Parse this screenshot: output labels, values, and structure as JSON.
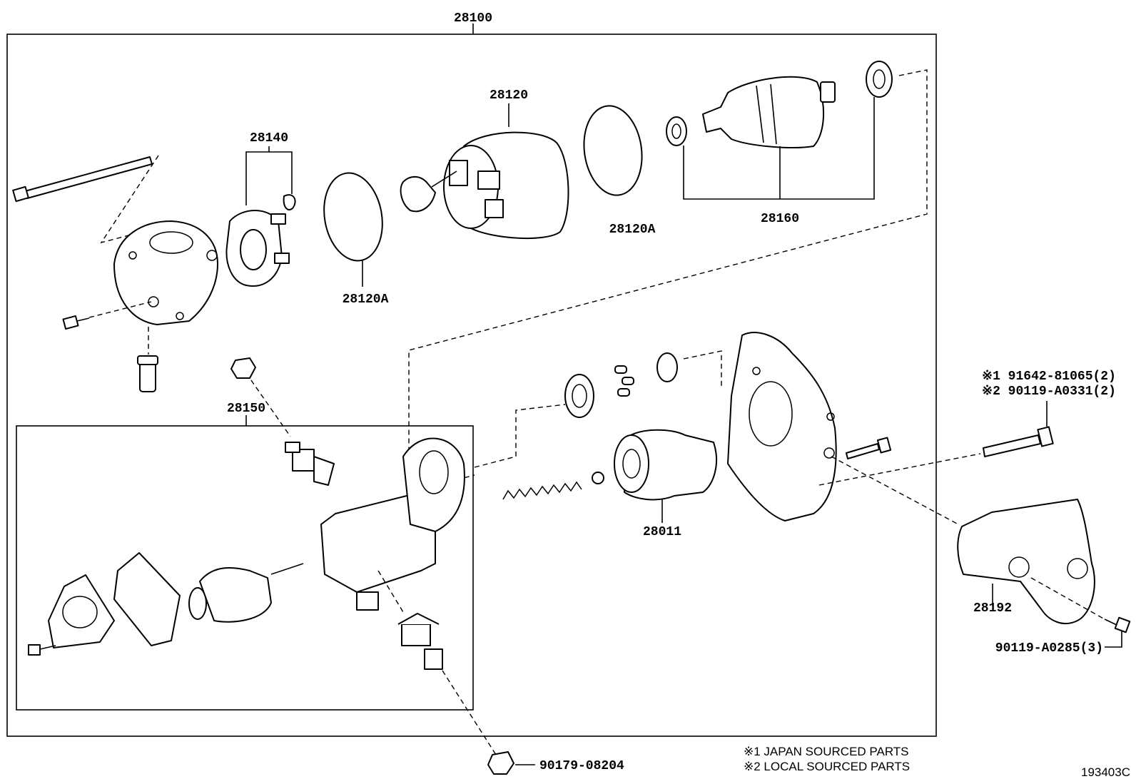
{
  "diagram": {
    "part_numbers": {
      "assembly": "28100",
      "end_frame": "28140",
      "yoke": "28120",
      "o_ring_left": "28120A",
      "o_ring_right": "28120A",
      "armature": "28160",
      "switch": "28150",
      "clutch": "28011",
      "cover": "28192",
      "bolt_japan": "※1 91642-81065(2)",
      "bolt_local": "※2 90119-A0331(2)",
      "screw": "90119-A0285(3)",
      "nut": "90179-08204"
    },
    "notes": {
      "japan": "※1 JAPAN SOURCED PARTS",
      "local": "※2 LOCAL SOURCED PARTS"
    },
    "figure_id": "193403C"
  }
}
